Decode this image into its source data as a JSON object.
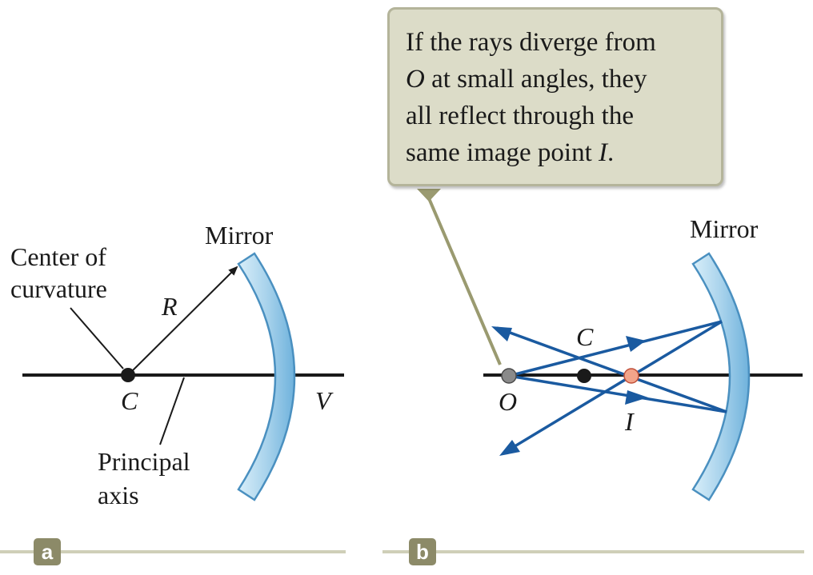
{
  "panel_a": {
    "mirror_label": "Mirror",
    "center_label_line1": "Center of",
    "center_label_line2": "curvature",
    "radius_label": "R",
    "center_point_label": "C",
    "vertex_label": "V",
    "axis_label_line1": "Principal",
    "axis_label_line2": "axis",
    "panel_tag": "a"
  },
  "panel_b": {
    "mirror_label": "Mirror",
    "center_point_label": "C",
    "object_label": "O",
    "image_label": "I",
    "panel_tag": "b",
    "callout": {
      "line1": "If the rays diverge from",
      "line2_italic": "O",
      "line2_rest": " at small angles, they",
      "line3": "all reflect through the",
      "line4_start": "same image point ",
      "line4_italic": "I",
      "line4_end": "."
    }
  },
  "colors": {
    "ray": "#1a5aa0",
    "mirror_fill": "#a9d3ec",
    "mirror_edge": "#4a90c0",
    "callout_bg": "#dcdcc8",
    "callout_border": "#b4b49a",
    "tag": "#8c8a68",
    "object_point": "#8a8a8a",
    "image_point": "#f2a48a"
  }
}
